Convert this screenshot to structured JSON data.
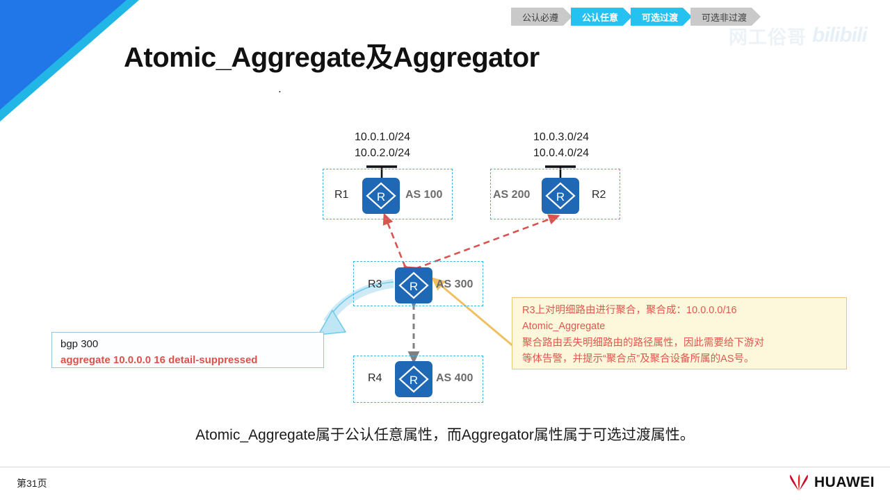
{
  "title": "Atomic_Aggregate及Aggregator",
  "subdot": ".",
  "breadcrumb": {
    "items": [
      {
        "label": "公认必遵",
        "state": "inactive"
      },
      {
        "label": "公认任意",
        "state": "active"
      },
      {
        "label": "可选过渡",
        "state": "active"
      },
      {
        "label": "可选非过渡",
        "state": "inactive"
      }
    ],
    "colors": {
      "active": "#25c1f0",
      "inactive": "#c9c9c9"
    }
  },
  "watermark": {
    "text": "网工俗哥",
    "brand": "bilibili"
  },
  "diagram": {
    "networks": [
      {
        "id": "net-r1",
        "lines": [
          "10.0.1.0/24",
          "10.0.2.0/24"
        ]
      },
      {
        "id": "net-r2",
        "lines": [
          "10.0.3.0/24",
          "10.0.4.0/24"
        ]
      }
    ],
    "routers": [
      {
        "id": "r1",
        "name": "R1",
        "as": "AS 100",
        "glyph": "R"
      },
      {
        "id": "r2",
        "name": "R2",
        "as": "AS 200",
        "glyph": "R"
      },
      {
        "id": "r3",
        "name": "R3",
        "as": "AS 300",
        "glyph": "R"
      },
      {
        "id": "r4",
        "name": "R4",
        "as": "AS 400",
        "glyph": "R"
      }
    ],
    "colors": {
      "router_fill": "#1f68b5",
      "as_border": "#3fb3e3",
      "peer_link": "#d9534f",
      "ibgp_link": "#808080",
      "callout_pointer": "#f0c060",
      "config_pointer": "#8fd6f0"
    }
  },
  "config_box": {
    "line1": "bgp 300",
    "line2": "aggregate 10.0.0.0 16 detail-suppressed"
  },
  "callout": {
    "lines": [
      "R3上对明细路由进行聚合，聚合成：10.0.0.0/16",
      "Atomic_Aggregate",
      "聚合路由丢失明细路由的路径属性，因此需要给下游对",
      "等体告警，并提示“聚合点”及聚合设备所属的AS号。"
    ]
  },
  "caption": "Atomic_Aggregate属于公认任意属性，而Aggregator属性属于可选过渡属性。",
  "footer": {
    "page": "第31页",
    "brand": "HUAWEI"
  }
}
